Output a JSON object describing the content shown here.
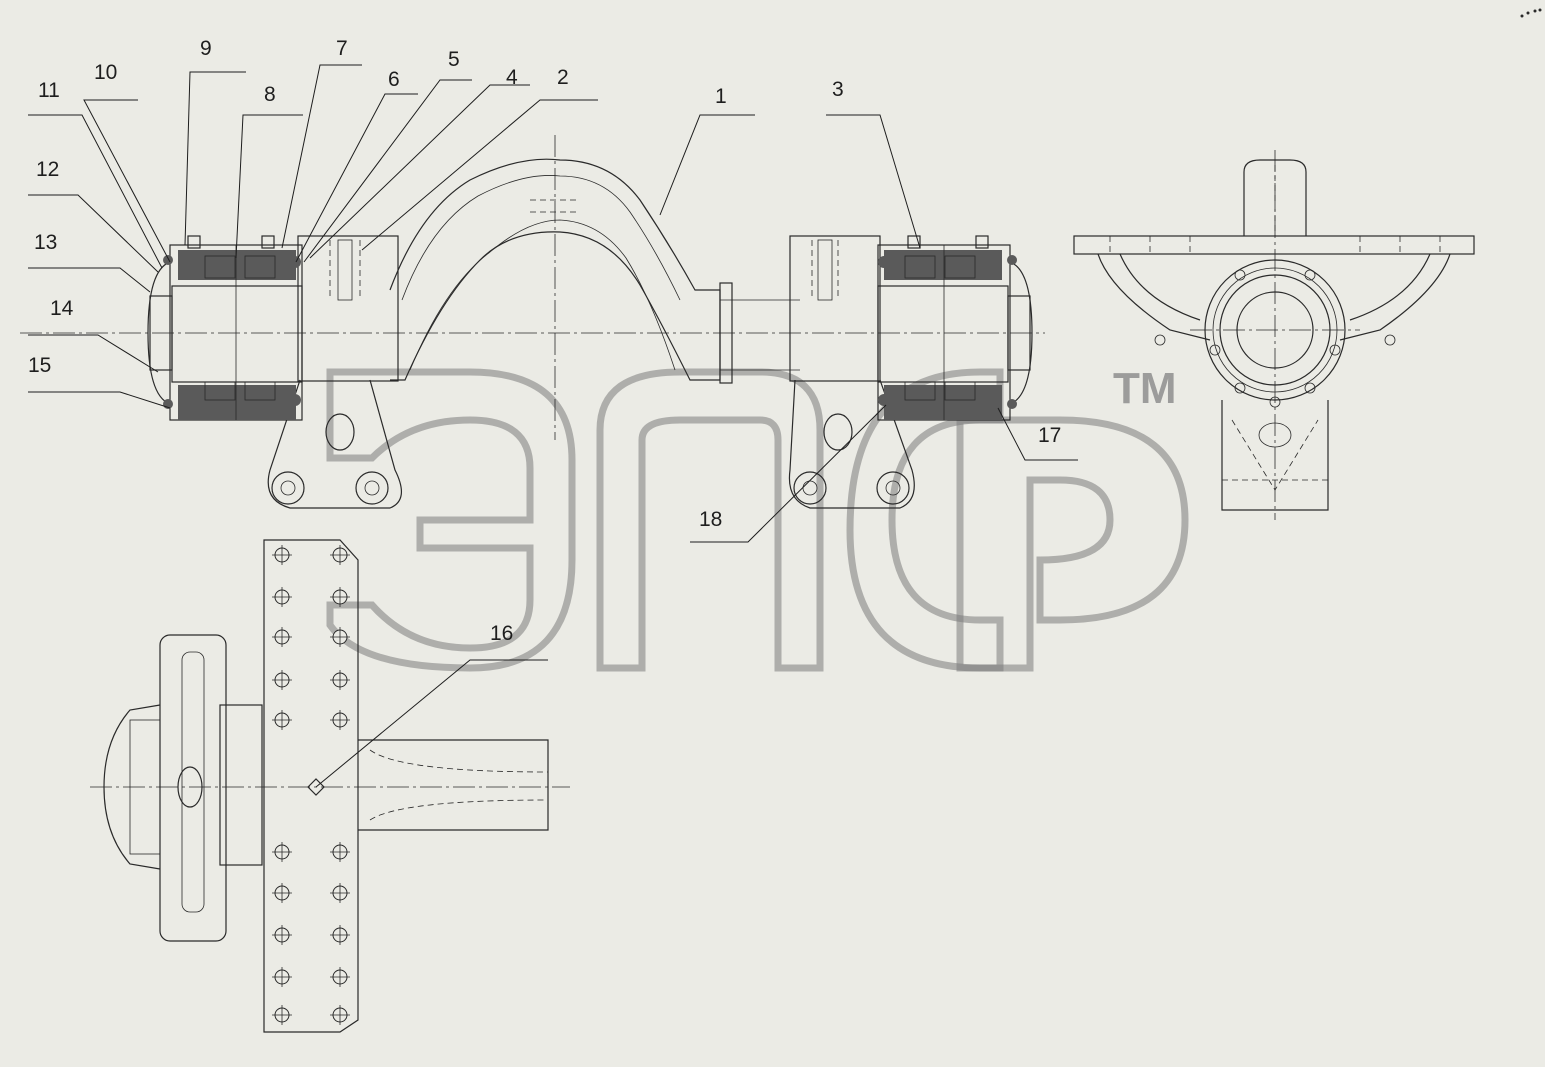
{
  "callouts": [
    "1",
    "2",
    "3",
    "4",
    "5",
    "6",
    "7",
    "8",
    "9",
    "10",
    "11",
    "12",
    "13",
    "14",
    "15",
    "16",
    "17",
    "18"
  ],
  "watermark": {
    "trademark": "TM"
  },
  "colors": {
    "background": "#ebebe5",
    "line": "#2a2a2a",
    "watermark": "#7c7c7c"
  }
}
